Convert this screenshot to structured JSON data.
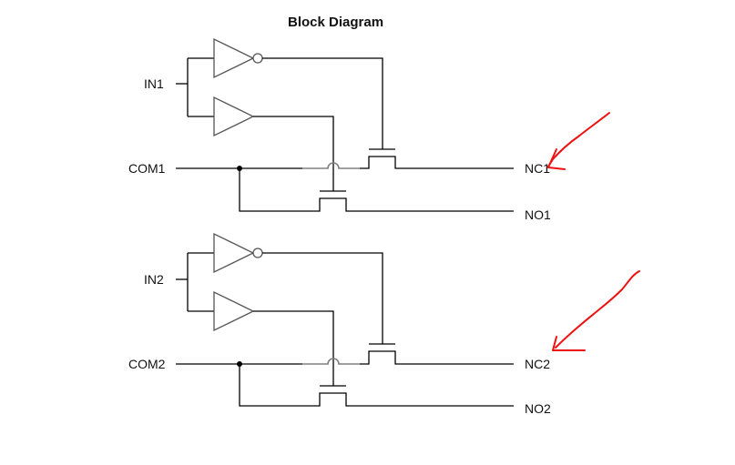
{
  "title": "Block Diagram",
  "channels": [
    {
      "input_label": "IN1",
      "common_label": "COM1",
      "nc_label": "NC1",
      "no_label": "NO1"
    },
    {
      "input_label": "IN2",
      "common_label": "COM2",
      "nc_label": "NC2",
      "no_label": "NO2"
    }
  ],
  "annotation_color": "#ee1111"
}
